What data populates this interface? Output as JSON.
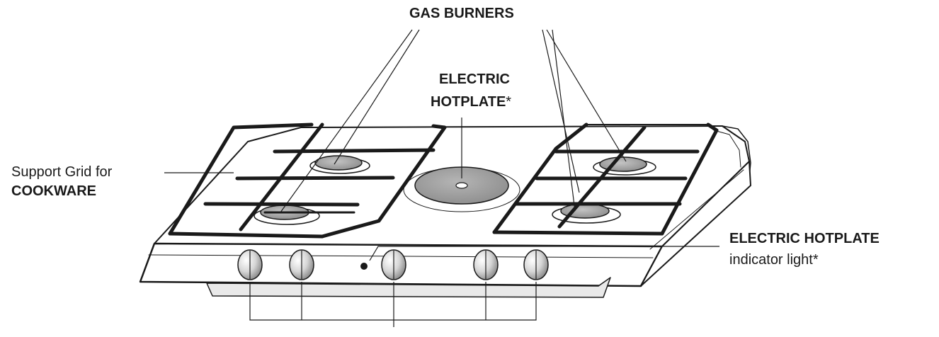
{
  "labels": {
    "gas_burners": "GAS BURNERS",
    "electric_hotplate_line1": "ELECTRIC",
    "electric_hotplate_line2": "HOTPLATE",
    "electric_hotplate_mark": "*",
    "support_grid_line1": "Support Grid for",
    "support_grid_line2": "COOKWARE",
    "indicator_line1": "ELECTRIC HOTPLATE",
    "indicator_line2": "indicator light*"
  },
  "colors": {
    "ink": "#1a1a1a",
    "grate": "#222222",
    "burner_cap": "#a9a9a9",
    "hotplate": "#9e9e9e",
    "knob": "#d9d9d9"
  }
}
